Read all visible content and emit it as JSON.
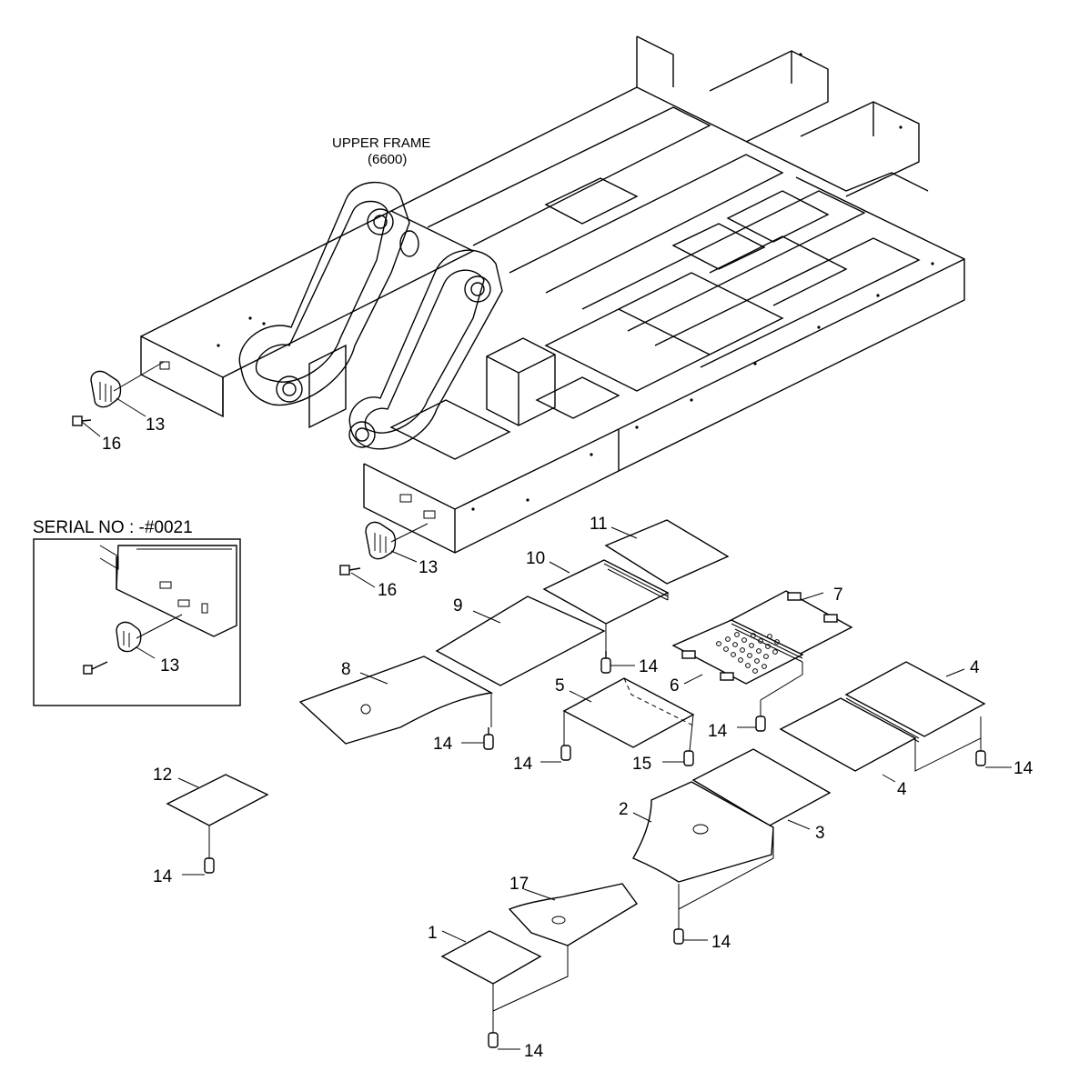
{
  "frame_label": {
    "name": "UPPER FRAME",
    "code": "(6600)"
  },
  "inset": {
    "serial_label": "SERIAL NO : -#0021",
    "part_label": "13"
  },
  "callouts": {
    "p1": "1",
    "p2": "2",
    "p3": "3",
    "p4a": "4",
    "p4b": "4",
    "p5": "5",
    "p6": "6",
    "p7": "7",
    "p8": "8",
    "p9": "9",
    "p10": "10",
    "p11": "11",
    "p12": "12",
    "p13a": "13",
    "p13b": "13",
    "p14a": "14",
    "p14b": "14",
    "p14c": "14",
    "p14d": "14",
    "p14e": "14",
    "p14f": "14",
    "p14g": "14",
    "p14h": "14",
    "p15": "15",
    "p16a": "16",
    "p16b": "16",
    "p17": "17"
  }
}
